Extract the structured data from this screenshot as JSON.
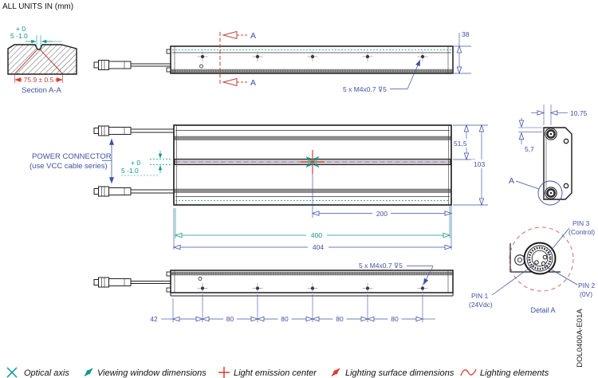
{
  "colors": {
    "line": "#1b1b1b",
    "dimension_blue": "#3f51a3",
    "viewing_teal": "#0c968a",
    "drawing_red": "#bf4340",
    "emission_red": "#e03a2f",
    "lighting_violet": "#b07cd6",
    "band_gray": "#909090"
  },
  "units_note": "ALL UNITS IN (mm)",
  "doc_code": "DOL0400A-E01A",
  "section_view": {
    "title": "Section A-A",
    "tol_plus": "+ 0",
    "tol_value": "5 -1.0",
    "width_dim": "75.9 ± 0.5"
  },
  "top_view": {
    "section_label_top": "A",
    "section_label_bottom": "A",
    "height_dim": "38",
    "thread_note": "5 x M4x0.7 ⊽5"
  },
  "front_view": {
    "connector_label_1": "POWER CONNECTOR",
    "connector_label_2": "(use VCC cable series)",
    "tol_plus": "+ 0",
    "tol_value": "5 -1.0",
    "half_height_dim": "51,5",
    "height_dim": "103",
    "center_dim": "200",
    "window_dim": "400",
    "overall_dim": "404"
  },
  "end_view": {
    "offset_dim": "10,75",
    "pitch_dim": "5,7",
    "detail_label": "A"
  },
  "detail_view": {
    "title": "Detail A",
    "pin3": "PIN 3",
    "pin3_desc": "(Control)",
    "pin2": "PIN 2",
    "pin2_desc": "(0V)",
    "pin1": "PIN 1",
    "pin1_desc": "(24Vdc)"
  },
  "bottom_view": {
    "thread_note": "5 x M4x0.7 ⊽5",
    "dims": [
      "42",
      "80",
      "80",
      "80",
      "80"
    ]
  },
  "legend": {
    "items": [
      {
        "label": "Optical axis"
      },
      {
        "label": "Viewing window dimensions"
      },
      {
        "label": "Light emission center"
      },
      {
        "label": "Lighting surface dimensions"
      },
      {
        "label": "Lighting elements"
      }
    ]
  }
}
